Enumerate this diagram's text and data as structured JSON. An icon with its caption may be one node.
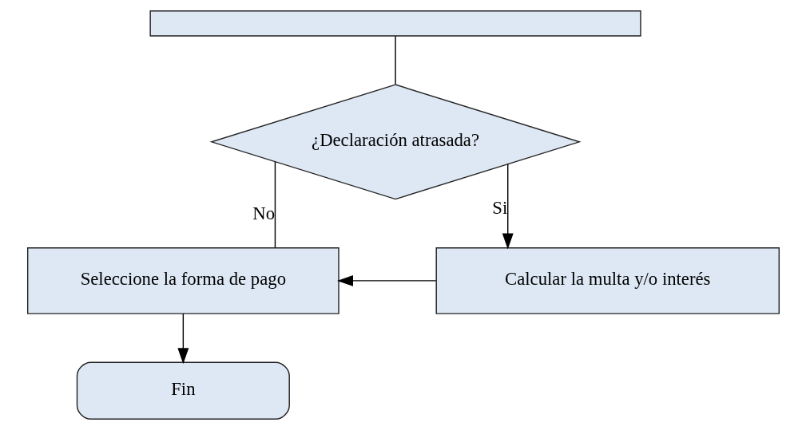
{
  "diagram": {
    "nodes": [
      {
        "text": [],
        "shape": "box"
      },
      {
        "text": [
          "¿Declaración atrasada?"
        ]
      },
      {
        "text": [
          "Seleccione la forma de pago"
        ]
      },
      {
        "text": [
          "Calcular la multa y/o interés"
        ]
      },
      {
        "text": [
          "Fin"
        ]
      }
    ],
    "edges": [
      {
        "from": 0,
        "to": 1,
        "arrow": "none"
      },
      {
        "from": 1,
        "to": 2,
        "label": "No",
        "arrow": "none"
      },
      {
        "from": 1,
        "to": 3,
        "label": "Si",
        "arrow": "to"
      },
      {
        "from": 3,
        "to": 2,
        "arrow": "to"
      },
      {
        "from": 2,
        "to": 4,
        "arrow": "to"
      }
    ]
  }
}
